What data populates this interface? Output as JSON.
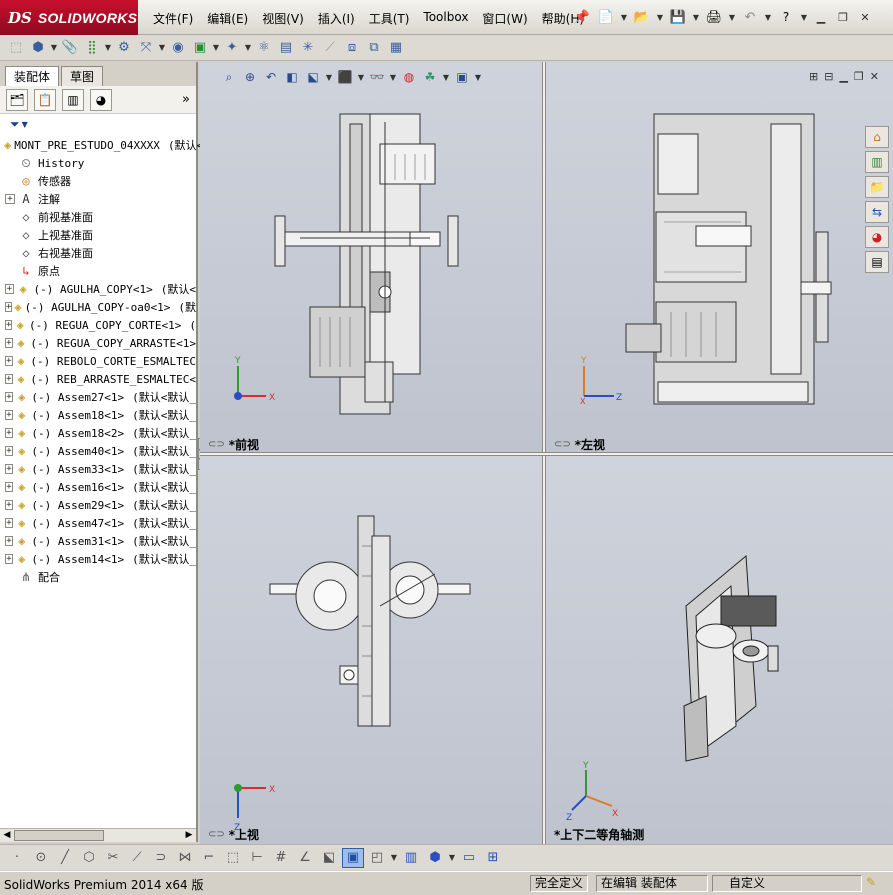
{
  "app": {
    "brand": "SOLIDWORKS",
    "brand_prefix": "DS"
  },
  "menu": [
    "文件(F)",
    "编辑(E)",
    "视图(V)",
    "插入(I)",
    "工具(T)",
    "Toolbox",
    "窗口(W)",
    "帮助(H)"
  ],
  "title_right": {
    "help_label": "?"
  },
  "panel_tabs": [
    "装配体",
    "草图"
  ],
  "tree": {
    "root": {
      "label": "MONT_PRE_ESTUDO_04XXXX",
      "config": "(默认<"
    },
    "items": [
      {
        "label": "History",
        "icon": "history-icon",
        "expand": false
      },
      {
        "label": "传感器",
        "icon": "sensor-icon",
        "expand": false
      },
      {
        "label": "注解",
        "icon": "annotation-icon",
        "expand": true
      },
      {
        "label": "前视基准面",
        "icon": "plane-icon",
        "expand": false
      },
      {
        "label": "上视基准面",
        "icon": "plane-icon",
        "expand": false
      },
      {
        "label": "右视基准面",
        "icon": "plane-icon",
        "expand": false
      },
      {
        "label": "原点",
        "icon": "origin-icon",
        "expand": false
      },
      {
        "label": "(-) AGULHA_COPY<1>",
        "config": "(默认<",
        "icon": "assembly-icon",
        "expand": true
      },
      {
        "label": "(-) AGULHA_COPY-oa0<1>",
        "config": "(默",
        "icon": "assembly-icon",
        "expand": true
      },
      {
        "label": "(-) REGUA_COPY_CORTE<1>",
        "config": "(",
        "icon": "assembly-icon",
        "expand": true
      },
      {
        "label": "(-) REGUA_COPY_ARRASTE<1>",
        "config": "",
        "icon": "assembly-icon",
        "expand": true
      },
      {
        "label": "(-) REBOLO_CORTE_ESMALTEC",
        "config": "",
        "icon": "assembly-icon",
        "expand": true
      },
      {
        "label": "(-) REB_ARRASTE_ESMALTEC<",
        "config": "",
        "icon": "assembly-icon",
        "expand": true
      },
      {
        "label": "(-) Assem27<1>",
        "config": "(默认<默认_",
        "icon": "assembly-icon",
        "expand": true
      },
      {
        "label": "(-) Assem18<1>",
        "config": "(默认<默认_",
        "icon": "assembly-icon",
        "expand": true
      },
      {
        "label": "(-) Assem18<2>",
        "config": "(默认<默认_",
        "icon": "assembly-icon",
        "expand": true
      },
      {
        "label": "(-) Assem40<1>",
        "config": "(默认<默认_",
        "icon": "assembly-icon",
        "expand": true
      },
      {
        "label": "(-) Assem33<1>",
        "config": "(默认<默认_",
        "icon": "assembly-icon",
        "expand": true
      },
      {
        "label": "(-) Assem16<1>",
        "config": "(默认<默认_",
        "icon": "assembly-icon",
        "expand": true
      },
      {
        "label": "(-) Assem29<1>",
        "config": "(默认<默认_",
        "icon": "assembly-icon",
        "expand": true
      },
      {
        "label": "(-) Assem47<1>",
        "config": "(默认<默认_",
        "icon": "assembly-icon",
        "expand": true
      },
      {
        "label": "(-) Assem31<1>",
        "config": "(默认<默认_",
        "icon": "assembly-icon",
        "expand": true
      },
      {
        "label": "(-) Assem14<1>",
        "config": "(默认<默认_",
        "icon": "assembly-icon",
        "expand": true
      },
      {
        "label": "配合",
        "icon": "mates-icon",
        "expand": false
      }
    ]
  },
  "viewports": {
    "front": "*前视",
    "left": "*左视",
    "top": "*上视",
    "iso": "*上下二等角轴测"
  },
  "axes": {
    "x": "X",
    "y": "Y",
    "z": "Z"
  },
  "status": {
    "app_version": "SolidWorks Premium 2014 x64 版",
    "definition": "完全定义",
    "editing": "在编辑 装配体",
    "custom": "自定义"
  },
  "colors": {
    "brand_red": "#c8102e",
    "axis_x": "#d43030",
    "axis_y": "#2f9a2f",
    "axis_z": "#2a4fc0",
    "axis_orange": "#e07b20"
  }
}
